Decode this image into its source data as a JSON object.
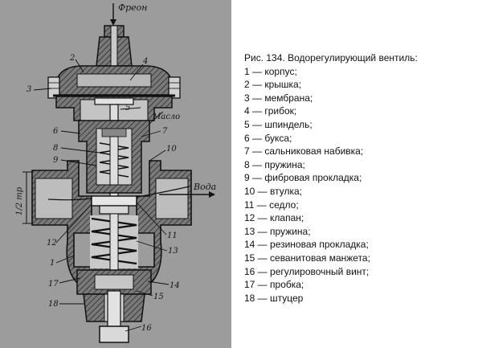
{
  "figure": {
    "labels": {
      "freon": "Фреон",
      "oil": "Масло",
      "water": "Вода",
      "pipe_size": "1/2 тр"
    },
    "numbers": [
      "1",
      "2",
      "3",
      "4",
      "5",
      "6",
      "7",
      "8",
      "9",
      "10",
      "11",
      "12",
      "13",
      "14",
      "15",
      "16",
      "17",
      "18"
    ]
  },
  "legend": {
    "title": "Рис. 134. Водорегулирующий вентиль:",
    "items": [
      "1 — корпус;",
      "2 — крышка;",
      "3 — мембрана;",
      "4 — грибок;",
      "5 — шпиндель;",
      "6 — букса;",
      "7 — сальниковая набивка;",
      "8 — пружина;",
      "9 — фибровая прокладка;",
      "10 — втулка;",
      "11 — седло;",
      "12 — клапан;",
      "13 — пружина;",
      "14 — резиновая прокладка;",
      "15 — севанитовая манжета;",
      "16 — регулировочный винт;",
      "17 — пробка;",
      "18 — штуцер"
    ]
  }
}
